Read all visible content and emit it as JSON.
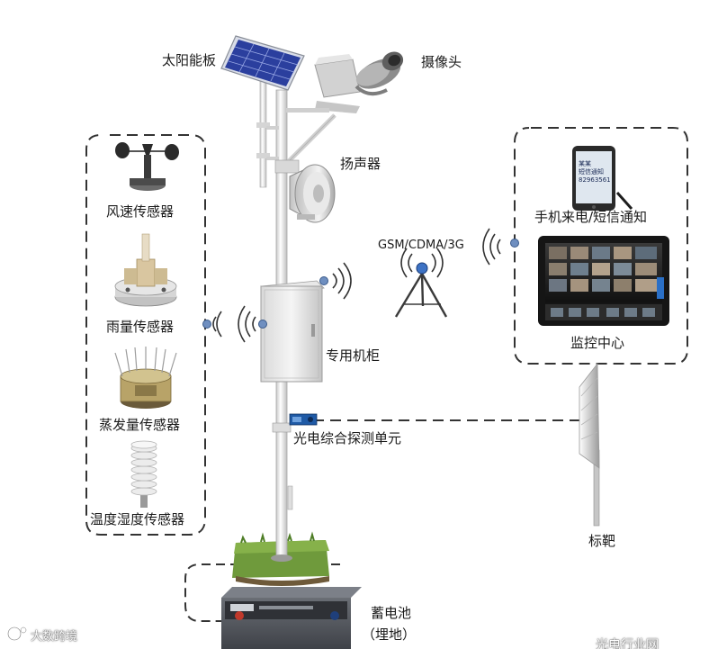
{
  "labels": {
    "solar_panel": "太阳能板",
    "camera": "摄像头",
    "speaker": "扬声器",
    "wind_sensor": "风速传感器",
    "rain_sensor": "雨量传感器",
    "evaporation_sensor": "蒸发量传感器",
    "temp_humidity_sensor": "温度湿度传感器",
    "network": "GSM/CDMA/3G",
    "phone_notify": "手机来电/短信通知",
    "monitor_center": "监控中心",
    "cabinet": "专用机柜",
    "photoelectric_unit": "光电综合探测单元",
    "target": "标靶",
    "battery": "蓄电池",
    "buried": "（埋地）"
  },
  "phone_screen_lines": [
    "某某",
    "短信通知",
    "82963561"
  ],
  "watermarks": {
    "left": "大数跨境",
    "right": "光电行业网"
  },
  "colors": {
    "dashed_line": "#333333",
    "pole": "#f2f2f2",
    "grass": "#5a8a32",
    "battery_body": "#5b5f66",
    "panel_cell": "#2b3f9e"
  }
}
